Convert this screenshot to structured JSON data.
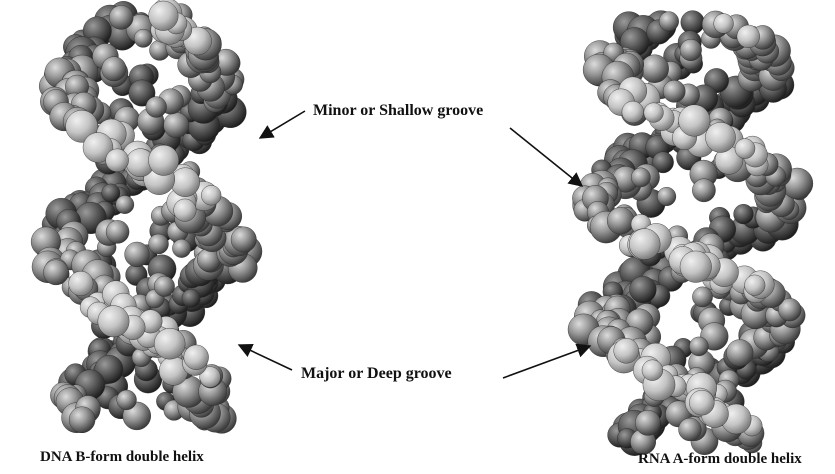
{
  "labels": {
    "minor_groove": "Minor or Shallow groove",
    "major_groove": "Major or Deep groove"
  },
  "captions": {
    "dna": "DNA B-form double helix",
    "rna": "RNA A-form double helix"
  },
  "colors": {
    "atom_light": "#d9d9d9",
    "atom_mid": "#8c8c8c",
    "atom_dark": "#3a3a3a",
    "text": "#111111"
  }
}
